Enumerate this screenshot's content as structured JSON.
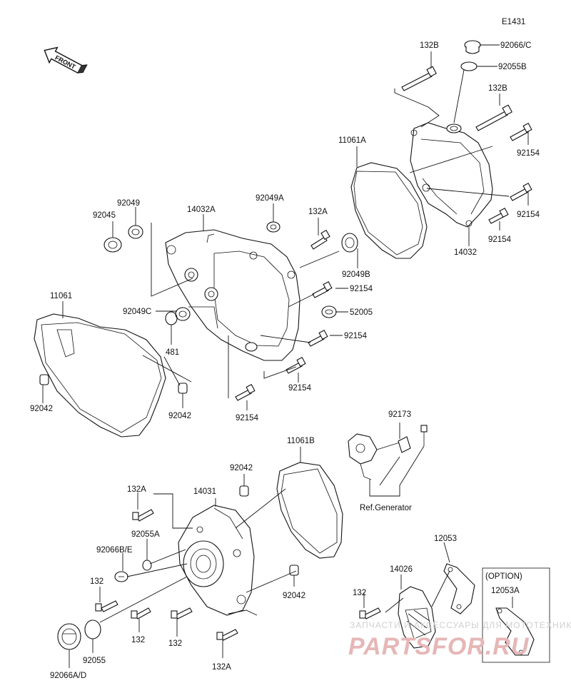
{
  "diagram_code": "E1431",
  "front_arrow_text": "FRONT",
  "ref_note": "Ref.Generator",
  "option_box_title": "(OPTION)",
  "watermark": {
    "small_text": "ЗАПЧАСТИ И АКСЕССУАРЫ ДЛЯ МОТОТЕХНИКИ",
    "logo_text": "PARTSFOR.RU"
  },
  "labels": {
    "l_132B_top": "132B",
    "l_92066C": "92066/C",
    "l_92055B": "92055B",
    "l_132B_mid": "132B",
    "l_11061A": "11061A",
    "l_92154_a": "92154",
    "l_92154_b": "92154",
    "l_92154_c": "92154",
    "l_14032": "14032",
    "l_92049": "92049",
    "l_92045": "92045",
    "l_14032A": "14032A",
    "l_92049A": "92049A",
    "l_132A_top": "132A",
    "l_92049B": "92049B",
    "l_92154_d": "92154",
    "l_11061": "11061",
    "l_92049C": "92049C",
    "l_52005": "52005",
    "l_92154_e": "92154",
    "l_481": "481",
    "l_92154_f": "92154",
    "l_92042_a": "92042",
    "l_92042_b": "92042",
    "l_92154_g": "92154",
    "l_92173": "92173",
    "l_11061B": "11061B",
    "l_92042_c": "92042",
    "l_132A_mid": "132A",
    "l_14031": "14031",
    "l_92055A": "92055A",
    "l_92066BE": "92066B/E",
    "l_12053": "12053",
    "l_132_a": "132",
    "l_14026": "14026",
    "l_92042_d": "92042",
    "l_132_b": "132",
    "l_12053A": "12053A",
    "l_132_c": "132",
    "l_132_d": "132",
    "l_92055": "92055",
    "l_132A_bot": "132A",
    "l_92066AD": "92066A/D"
  }
}
